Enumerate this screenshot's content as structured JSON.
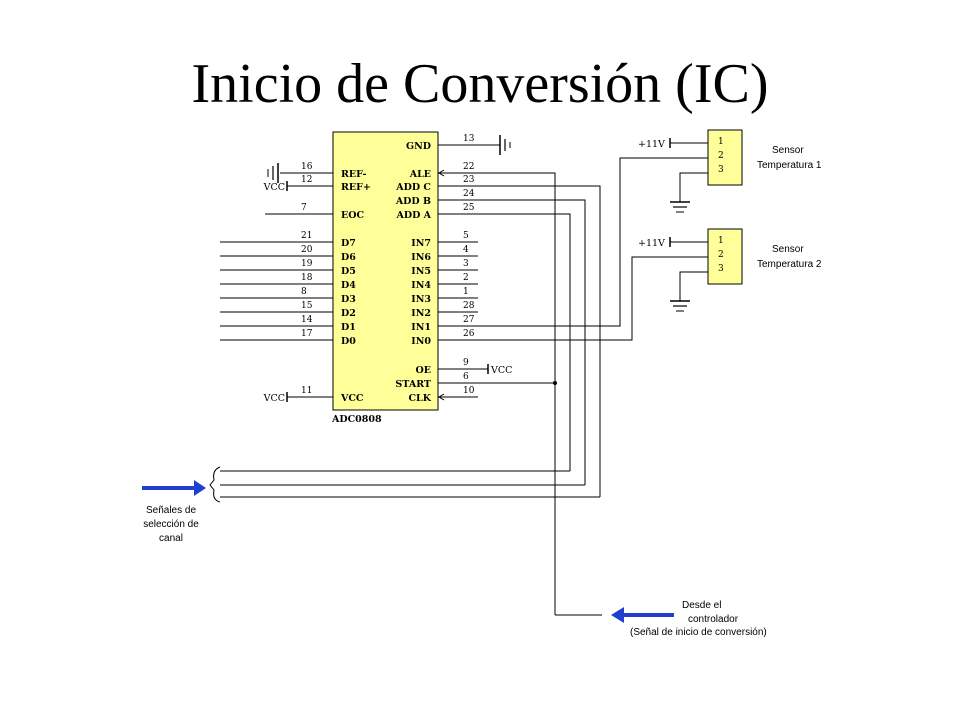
{
  "title": "Inicio de Conversión (IC)",
  "chip": {
    "name": "ADC0808",
    "fill": "#ffff99",
    "left_pins": [
      {
        "num": "16",
        "label": "REF-"
      },
      {
        "num": "12",
        "label": "REF+"
      },
      {
        "num": "7",
        "label": "EOC"
      },
      {
        "num": "21",
        "label": "D7"
      },
      {
        "num": "20",
        "label": "D6"
      },
      {
        "num": "19",
        "label": "D5"
      },
      {
        "num": "18",
        "label": "D4"
      },
      {
        "num": "8",
        "label": "D3"
      },
      {
        "num": "15",
        "label": "D2"
      },
      {
        "num": "14",
        "label": "D1"
      },
      {
        "num": "17",
        "label": "D0"
      },
      {
        "num": "11",
        "label": "VCC"
      }
    ],
    "right_pins": [
      {
        "num": "13",
        "label": "GND"
      },
      {
        "num": "22",
        "label": "ALE"
      },
      {
        "num": "23",
        "label": "ADD C"
      },
      {
        "num": "24",
        "label": "ADD B"
      },
      {
        "num": "25",
        "label": "ADD A"
      },
      {
        "num": "5",
        "label": "IN7"
      },
      {
        "num": "4",
        "label": "IN6"
      },
      {
        "num": "3",
        "label": "IN5"
      },
      {
        "num": "2",
        "label": "IN4"
      },
      {
        "num": "1",
        "label": "IN3"
      },
      {
        "num": "28",
        "label": "IN2"
      },
      {
        "num": "27",
        "label": "IN1"
      },
      {
        "num": "26",
        "label": "IN0"
      },
      {
        "num": "9",
        "label": "OE"
      },
      {
        "num": "6",
        "label": "START"
      },
      {
        "num": "10",
        "label": "CLK"
      }
    ]
  },
  "power": {
    "vcc": "VCC",
    "plus11": "+11V"
  },
  "sensors": [
    {
      "line1": "Sensor",
      "line2": "Temperatura 1",
      "pins": [
        "1",
        "2",
        "3"
      ]
    },
    {
      "line1": "Sensor",
      "line2": "Temperatura 2",
      "pins": [
        "1",
        "2",
        "3"
      ]
    }
  ],
  "annotations": {
    "channel_select": [
      "Señales de",
      "selección de",
      "canal"
    ],
    "controller": [
      "Desde el",
      "controlador",
      "(Señal de inicio de conversión)"
    ]
  },
  "colors": {
    "arrow": "#1f3fcf"
  }
}
